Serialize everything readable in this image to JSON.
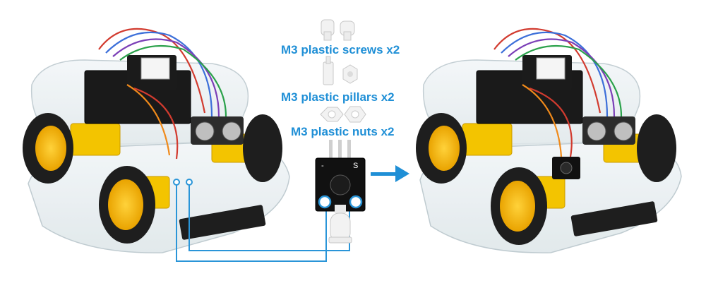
{
  "parts": {
    "screws_label": "M3 plastic screws x2",
    "pillars_label": "M3 plastic pillars x2",
    "nuts_label": "M3 plastic nuts x2"
  },
  "module": {
    "pin_minus": "-",
    "pin_s": "S"
  },
  "colors": {
    "label_blue": "#1f8fd6",
    "arrow_blue": "#1f8fd6",
    "wire_blue": "#2a95d8",
    "wheel_yellow": "#f5b800",
    "tire": "#1e1e1e",
    "pcb": "#111111"
  },
  "icons": {
    "arrow": "right-arrow-icon",
    "screw": "screw-icon",
    "pillar": "pillar-icon",
    "nut": "hex-nut-icon"
  }
}
